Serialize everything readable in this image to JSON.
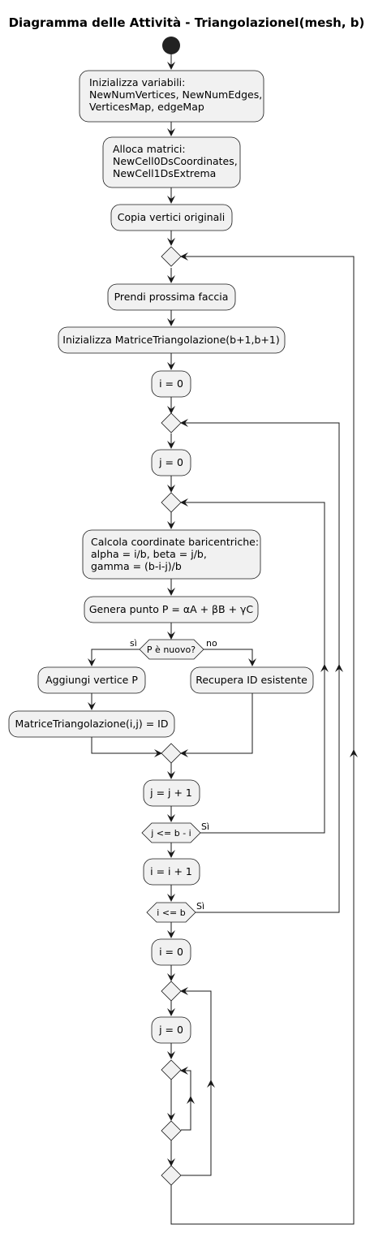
{
  "title": "Diagramma delle Attività - TriangolazioneI(mesh, b)",
  "nodes": {
    "init_vars": [
      "Inizializza variabili:",
      "NewNumVertices, NewNumEdges,",
      "VerticesMap, edgeMap"
    ],
    "alloc": [
      "Alloca matrici:",
      "NewCell0DsCoordinates,",
      "NewCell1DsExtrema"
    ],
    "copy": [
      "Copia vertici originali"
    ],
    "next_face": [
      "Prendi prossima faccia"
    ],
    "init_matrix": [
      "Inizializza MatriceTriangolazione(b+1,b+1)"
    ],
    "i0": [
      "i = 0"
    ],
    "j0": [
      "j = 0"
    ],
    "bary": [
      "Calcola coordinate baricentriche:",
      "alpha = i/b, beta = j/b,",
      "gamma = (b-i-j)/b"
    ],
    "gen_point": [
      "Genera punto P = αA + βB + γC"
    ],
    "add_vertex": [
      "Aggiungi vertice P"
    ],
    "set_matrix": [
      "MatriceTriangolazione(i,j) = ID"
    ],
    "get_id": [
      "Recupera ID esistente"
    ],
    "j_inc": [
      "j = j + 1"
    ],
    "i_inc": [
      "i = i + 1"
    ],
    "i0b": [
      "i = 0"
    ],
    "j0b": [
      "j = 0"
    ]
  },
  "decisions": {
    "p_new": "P è nuovo?",
    "j_cond": "j <= b - i",
    "i_cond": "i <= b"
  },
  "edge_labels": {
    "yes_lower": "sì",
    "no": "no",
    "yes_j": "Sì",
    "yes_i": "Sì"
  }
}
